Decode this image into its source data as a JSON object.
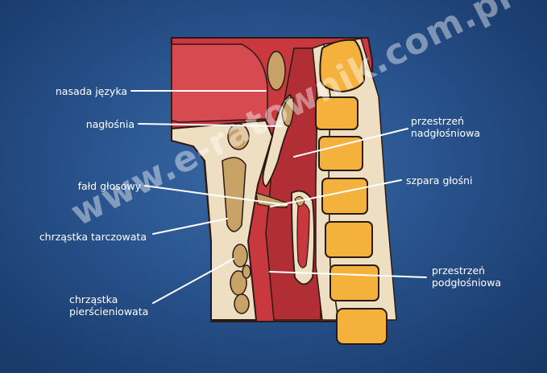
{
  "labels": {
    "nasada_jezyka": "nasada języka",
    "naglosnia": "nagłośnia",
    "fald_glosowy": "fałd głosowy",
    "chrzastka_tarczowata": "chrząstka tarczowata",
    "chrzastka_pierscieniowata": [
      "chrząstka",
      "pierścieniowata"
    ],
    "przestrzen_nadglosniowa": [
      "przestrzeń",
      "nadgłośniowa"
    ],
    "szpara_glosni": "szpara głośni",
    "przestrzen_podglosniowa": [
      "przestrzeń",
      "podgłośniowa"
    ]
  },
  "watermark": "www.e-ratownik.com.pl",
  "colors": {
    "background": "#2a5590",
    "tissue_red": "#c8383e",
    "tissue_dark": "#9a2528",
    "tissue_beige": "#eedfc3",
    "cartilage_brown": "#c9a268",
    "vertebra_orange": "#f4b13c",
    "outline": "#2a1a14"
  }
}
